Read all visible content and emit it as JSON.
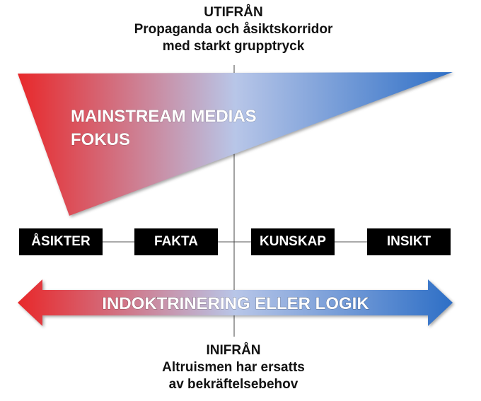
{
  "top": {
    "heading": "UTIFRÅN",
    "line1": "Propaganda och åsiktskorridor",
    "line2": "med starkt grupptryck"
  },
  "triangle": {
    "line1": "MAINSTREAM MEDIAS",
    "line2": "FOKUS"
  },
  "scale": [
    "ÅSIKTER",
    "FAKTA",
    "KUNSKAP",
    "INSIKT"
  ],
  "arrow": {
    "label": "INDOKTRINERING ELLER LOGIK"
  },
  "bottom": {
    "heading": "INIFRÅN",
    "line1": "Altruismen har ersatts",
    "line2": "av bekräftelsebehov"
  },
  "colors": {
    "red": "#e8282a",
    "light": "#b8c6e8",
    "blue": "#2e6fc6",
    "box": "#000000",
    "text": "#111111"
  }
}
